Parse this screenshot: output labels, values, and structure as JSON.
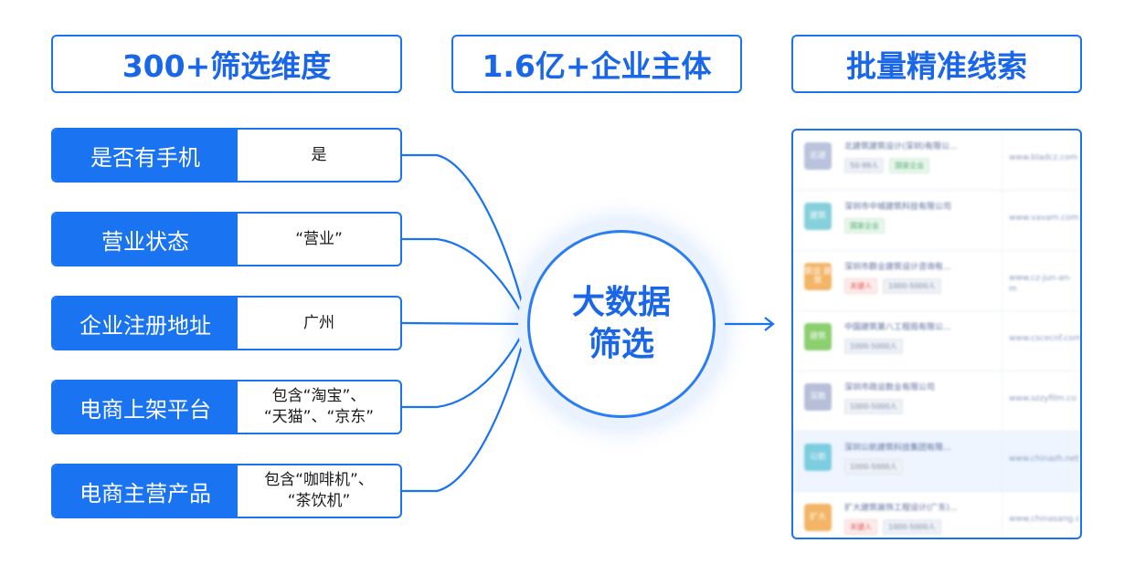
{
  "headers": {
    "dimensions": "300+筛选维度",
    "entities": "1.6亿+企业主体",
    "leads": "批量精准线索"
  },
  "hub": {
    "line1": "大数据",
    "line2": "筛选"
  },
  "filters": [
    {
      "label": "是否有手机",
      "value": "是",
      "value2": ""
    },
    {
      "label": "营业状态",
      "value": "“营业”",
      "value2": ""
    },
    {
      "label": "企业注册地址",
      "value": "广州",
      "value2": ""
    },
    {
      "label": "电商上架平台",
      "value": "包含“淘宝”、",
      "value2": "“天猫”、“京东”"
    },
    {
      "label": "电商主营产品",
      "value": "包含“咖啡机”、",
      "value2": "“茶饮机”"
    }
  ],
  "results": [
    {
      "logo": "名建",
      "logo_color": "#b9c3dc",
      "name": "北建筑建筑设计(深圳)有限公...",
      "tags": [
        [
          "gray",
          "50-99人"
        ],
        [
          "green",
          "国家企业"
        ]
      ],
      "site": "www.bladcz.com",
      "site2": ""
    },
    {
      "logo": "建筑",
      "logo_color": "#86d0dc",
      "name": "深圳市中城建筑科技有限公司",
      "tags": [
        [
          "green",
          "国家企业"
        ]
      ],
      "site": "www.vavam.com",
      "site2": ""
    },
    {
      "logo": "筑设\n建筑",
      "logo_color": "#f3b566",
      "name": "深圳市群业建筑设计咨询有...",
      "tags": [
        [
          "red",
          "关键人"
        ],
        [
          "gray",
          "1000-5000人"
        ]
      ],
      "site": "www.cz-jun-an-",
      "site2": "m"
    },
    {
      "logo": "建筑",
      "logo_color": "#8bcf6f",
      "name": "中国建筑第八工程局有限公...",
      "tags": [
        [
          "gray",
          "1000-5000人"
        ]
      ],
      "site": "www.cscecnf.com",
      "site2": ""
    },
    {
      "logo": "深数",
      "logo_color": "#b7bfd8",
      "name": "深圳市政运数业有限公司",
      "tags": [
        [
          "gray",
          "1000-5000人"
        ]
      ],
      "site": "www.szzyfilm.co",
      "site2": ""
    },
    {
      "logo": "公航",
      "logo_color": "#7dcde0",
      "name": "深圳公航建筑科技集团有限...",
      "tags": [
        [
          "gray",
          "1000-5000人"
        ]
      ],
      "site": "www.chinazh.net",
      "site2": "",
      "highlight": true
    },
    {
      "logo": "扩大",
      "logo_color": "#f3b566",
      "name": "扩大建筑装饰工程设计(广东)...",
      "tags": [
        [
          "red",
          "关键人"
        ],
        [
          "gray",
          "1000-5000人"
        ]
      ],
      "site": "www.chinasang.c",
      "site2": ""
    }
  ],
  "colors": {
    "primary": "#1a73f0",
    "hub_text": "#1a66e8"
  }
}
